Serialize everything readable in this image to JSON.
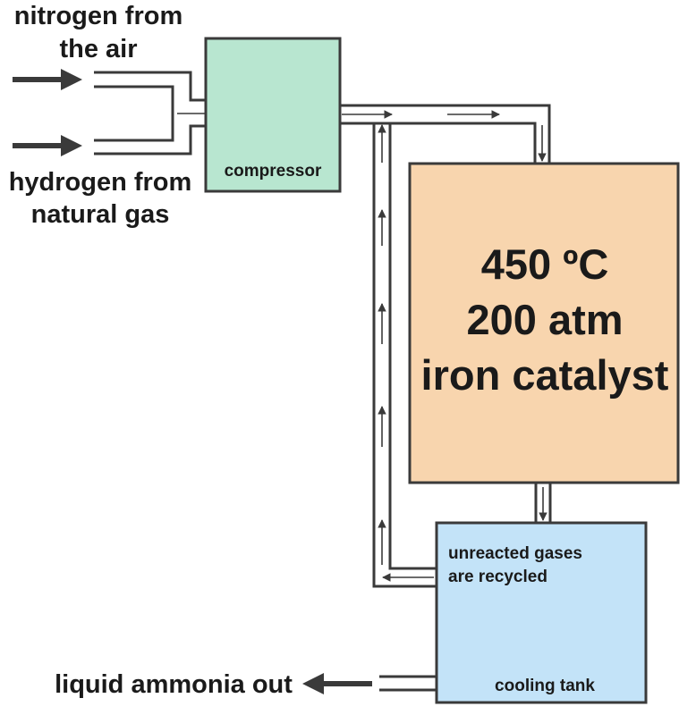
{
  "labels": {
    "nitrogen_line1": "nitrogen from",
    "nitrogen_line2": "the air",
    "hydrogen_line1": "hydrogen from",
    "hydrogen_line2": "natural gas",
    "compressor": "compressor",
    "reactor_temperature": "450 ºC",
    "reactor_pressure": "200 atm",
    "reactor_catalyst": "iron catalyst",
    "recycle_line1": "unreacted gases",
    "recycle_line2": "are recycled",
    "cooling_tank": "cooling tank",
    "product_out": "liquid ammonia out"
  },
  "colors": {
    "compressor_fill": "#b8e6d0",
    "reactor_fill": "#f8d5ae",
    "cooling_tank_fill": "#c3e3f8",
    "outline": "#3a3a3a"
  }
}
